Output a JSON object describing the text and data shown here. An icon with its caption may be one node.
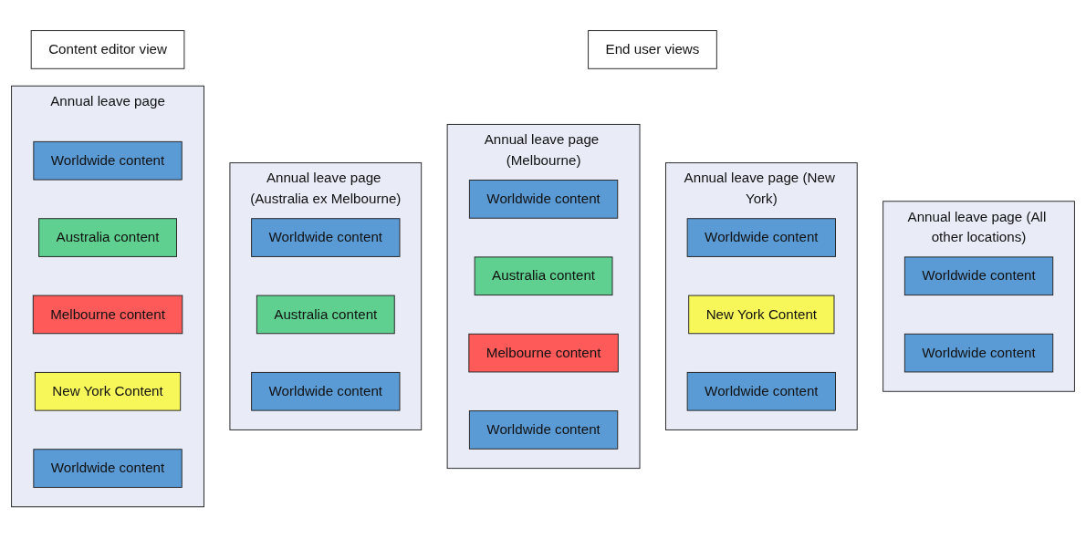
{
  "diagram": {
    "nodes": [
      {
        "text": [
          "Content editor view"
        ]
      },
      {
        "text": [
          "End user views"
        ]
      },
      {
        "text": [
          "Annual leave page"
        ]
      },
      {
        "text": [
          "Worldwide content"
        ],
        "in": 2
      },
      {
        "text": [
          "Australia content"
        ],
        "in": 2
      },
      {
        "text": [
          "Melbourne content"
        ],
        "in": 2
      },
      {
        "text": [
          "New York Content"
        ],
        "in": 2
      },
      {
        "text": [
          "Worldwide content"
        ],
        "in": 2
      },
      {
        "text": [
          "Annual leave page (Australia ex Melbourne)"
        ]
      },
      {
        "text": [
          "Worldwide content"
        ],
        "in": 8
      },
      {
        "text": [
          "Australia content"
        ],
        "in": 8
      },
      {
        "text": [
          "Worldwide content"
        ],
        "in": 8
      },
      {
        "text": [
          "Annual leave page (Melbourne)"
        ]
      },
      {
        "text": [
          "Worldwide content"
        ],
        "in": 12
      },
      {
        "text": [
          "Australia content"
        ],
        "in": 12
      },
      {
        "text": [
          "Melbourne content"
        ],
        "in": 12
      },
      {
        "text": [
          "Worldwide content"
        ],
        "in": 12
      },
      {
        "text": [
          "Annual leave page (New York)"
        ]
      },
      {
        "text": [
          "Worldwide content"
        ],
        "in": 17
      },
      {
        "text": [
          "New York Content"
        ],
        "in": 17
      },
      {
        "text": [
          "Worldwide content"
        ],
        "in": 17
      },
      {
        "text": [
          "Annual leave page (All other locations)"
        ]
      },
      {
        "text": [
          "Worldwide content"
        ],
        "in": 21
      },
      {
        "text": [
          "Worldwide content"
        ],
        "in": 21
      }
    ]
  }
}
